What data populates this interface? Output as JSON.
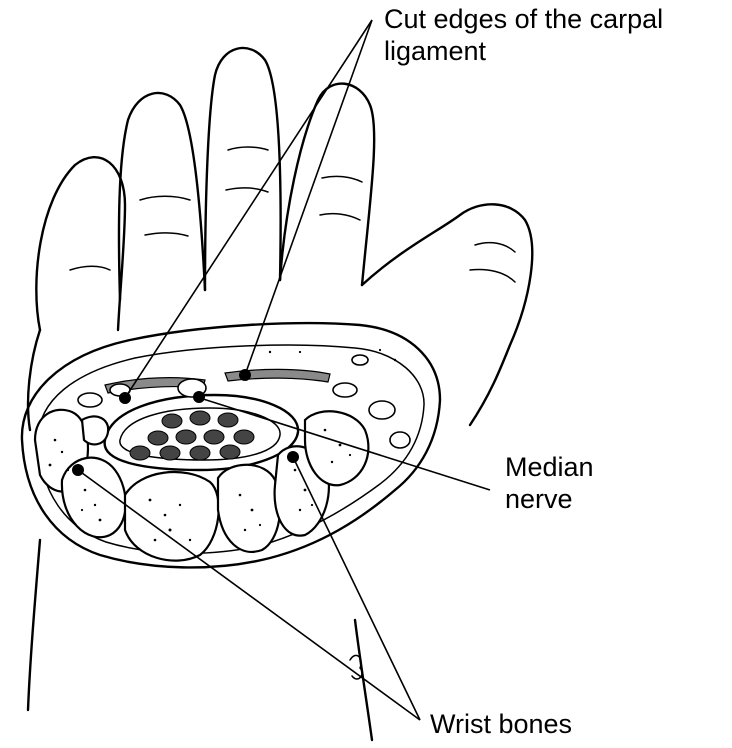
{
  "labels": {
    "carpal_ligament": [
      "Cut edges of the carpal",
      "ligament"
    ],
    "median_nerve": [
      "Median",
      "nerve"
    ],
    "wrist_bones": [
      "Wrist bones"
    ]
  }
}
